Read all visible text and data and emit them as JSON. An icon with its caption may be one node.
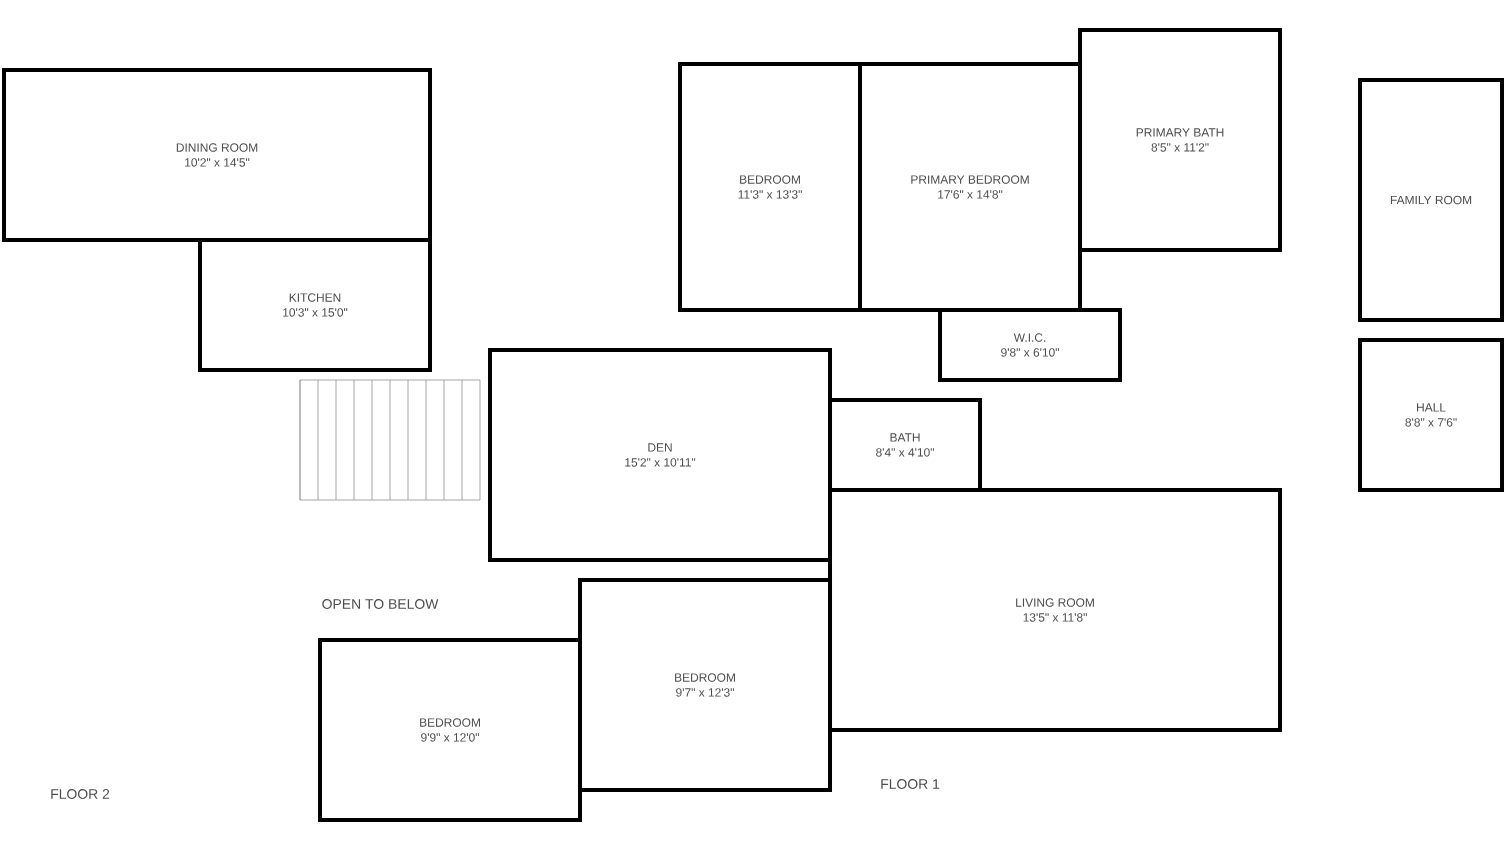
{
  "diagram": {
    "nodes": [
      {
        "text": [
          "DINING ROOM",
          "10'2\" x 14'5\""
        ]
      },
      {
        "text": [
          "KITCHEN",
          "10'3\" x 15'0\""
        ]
      },
      {
        "text": [
          "BEDROOM",
          "11'3\" x 13'3\""
        ]
      },
      {
        "text": [
          "PRIMARY BEDROOM",
          "17'6\" x 14'8\""
        ]
      },
      {
        "text": [
          "PRIMARY BATH",
          "8'5\" x 11'2\""
        ]
      },
      {
        "text": [
          "FAMILY ROOM"
        ]
      },
      {
        "text": [
          "W.I.C.",
          "9'8\" x 6'10\""
        ]
      },
      {
        "text": [
          "HALL",
          "8'8\" x 7'6\""
        ]
      },
      {
        "text": [
          "DEN",
          "15'2\" x 10'11\""
        ]
      },
      {
        "text": [
          "BATH",
          "8'4\" x 4'10\""
        ]
      },
      {
        "text": [
          "BEDROOM",
          "9'7\" x 12'3\""
        ]
      },
      {
        "text": [
          "BEDROOM",
          "9'9\" x 12'0\""
        ]
      },
      {
        "text": [
          "LIVING ROOM",
          "13'5\" x 11'8\""
        ]
      }
    ],
    "labels": [
      "OPEN TO BELOW",
      "FLOOR 2",
      "FLOOR 1"
    ]
  }
}
